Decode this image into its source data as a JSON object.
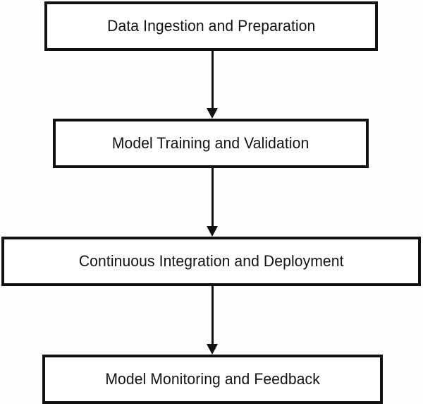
{
  "diagram": {
    "type": "flowchart",
    "orientation": "vertical-top-to-bottom",
    "background_color": "#fefefe",
    "node_fill_color": "#ffffff",
    "stroke_color": "#111111",
    "text_color": "#121212",
    "nodes": [
      {
        "id": "data-ingestion-and-preparation",
        "label": "Data Ingestion and Preparation",
        "shape": "rectangle",
        "order": 1
      },
      {
        "id": "model-training-and-validation",
        "label": "Model Training and Validation",
        "shape": "rectangle",
        "order": 2
      },
      {
        "id": "continuous-integration-and-deployment",
        "label": "Continuous Integration and Deployment",
        "shape": "rectangle",
        "order": 3
      },
      {
        "id": "model-monitoring-and-feedback",
        "label": "Model Monitoring and Feedback",
        "shape": "rectangle",
        "order": 4
      }
    ],
    "connectors": [
      {
        "id": "arrow-1",
        "from": "data-ingestion-and-preparation",
        "to": "model-training-and-validation",
        "style": "solid-line-with-filled-arrowhead",
        "label": ""
      },
      {
        "id": "arrow-2",
        "from": "model-training-and-validation",
        "to": "continuous-integration-and-deployment",
        "style": "solid-line-with-filled-arrowhead",
        "label": ""
      },
      {
        "id": "arrow-3",
        "from": "continuous-integration-and-deployment",
        "to": "model-monitoring-and-feedback",
        "style": "solid-line-with-filled-arrowhead",
        "label": ""
      }
    ]
  }
}
